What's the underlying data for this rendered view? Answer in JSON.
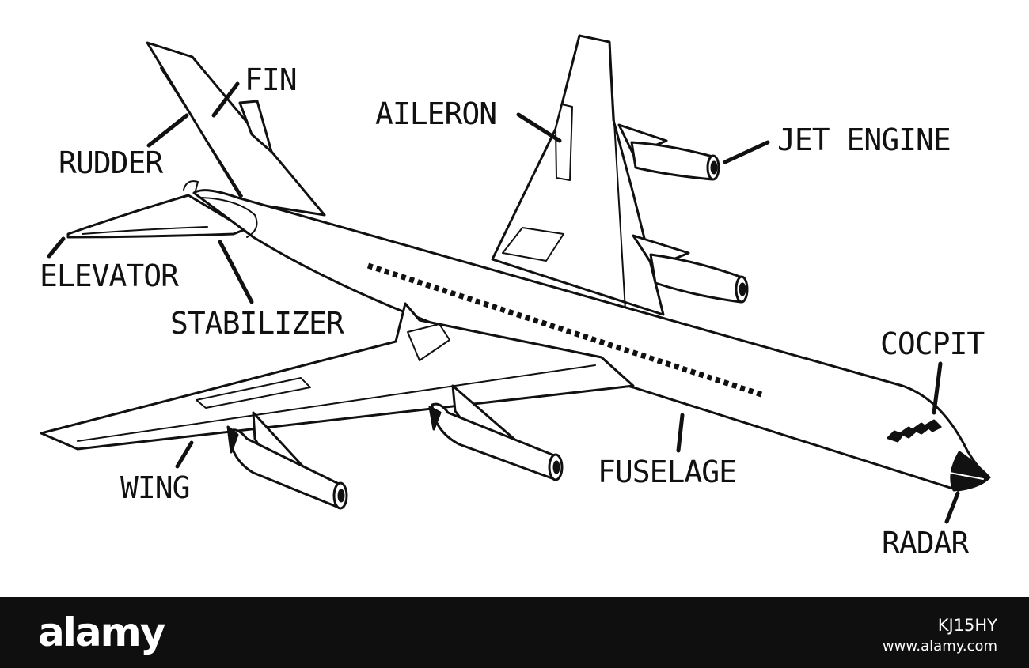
{
  "labels": {
    "fin": "FIN",
    "rudder": "RUDDER",
    "aileron": "AILERON",
    "jet_engine": "JET ENGINE",
    "elevator": "ELEVATOR",
    "stabilizer": "STABILIZER",
    "cocpit": "COCPIT",
    "fuselage": "FUSELAGE",
    "wing": "WING",
    "radar": "RADAR"
  },
  "watermark": {
    "brand": "alamy",
    "image_id": "KJ15HY",
    "url": "www.alamy.com"
  }
}
